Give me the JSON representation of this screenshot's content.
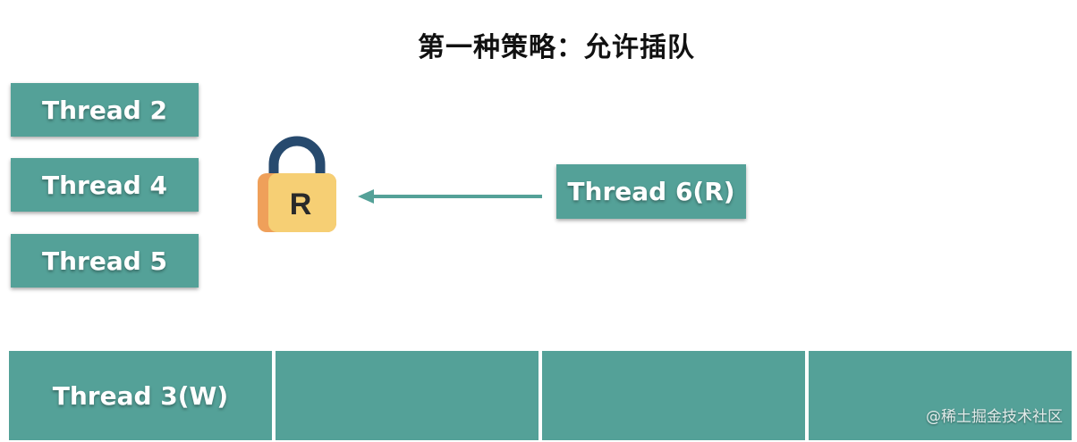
{
  "title": "第一种策略：允许插队",
  "waiting_threads": [
    "Thread 2",
    "Thread 4",
    "Thread 5"
  ],
  "lock": {
    "label": "R",
    "colors": {
      "shackle": "#274a6e",
      "body": "#f6cf74",
      "body_shade": "#efa05a"
    }
  },
  "incoming_thread": "Thread 6(R)",
  "queue": {
    "slots": [
      "Thread 3(W)",
      "",
      "",
      ""
    ]
  },
  "watermark": "@稀土掘金技术社区",
  "colors": {
    "box": "#54a198",
    "arrow": "#54a198"
  }
}
